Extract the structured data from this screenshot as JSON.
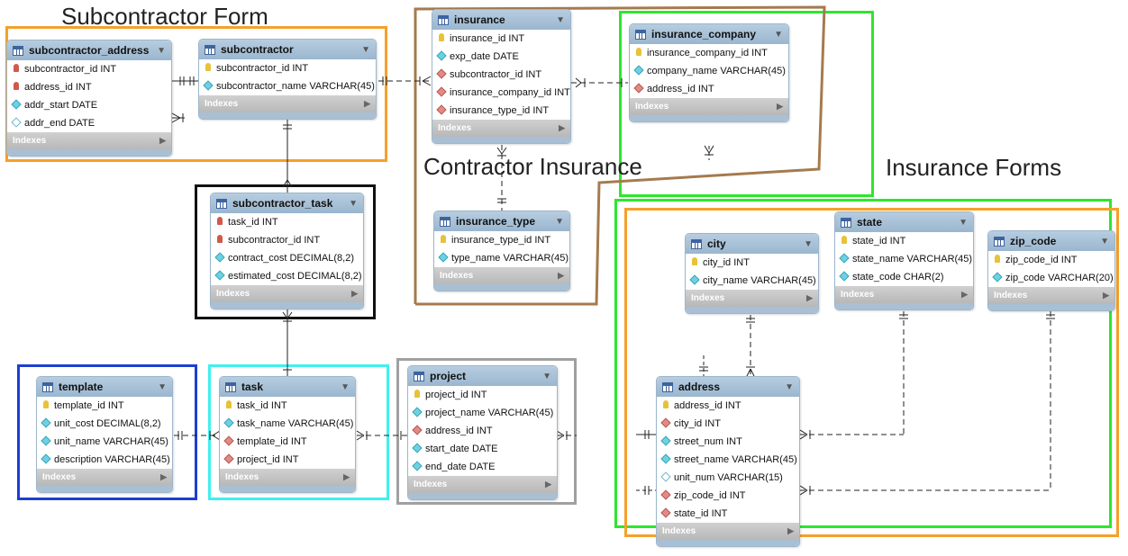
{
  "groups": {
    "subcontractor_form": "Subcontractor Form",
    "contractor_insurance": "Contractor Insurance",
    "insurance_forms": "Insurance Forms"
  },
  "colors": {
    "orange": "#f5a02a",
    "brown": "#a57a4e",
    "green": "#2ee62e",
    "black": "#111111",
    "blue": "#1c3fd1",
    "cyan": "#3ff0f0",
    "gray": "#a0a0a0"
  },
  "indexes_label": "Indexes",
  "tables": {
    "subcontractor_address": {
      "name": "subcontractor_address",
      "columns": [
        {
          "icon": "pfk",
          "text": "subcontractor_id INT"
        },
        {
          "icon": "pfk",
          "text": "address_id INT"
        },
        {
          "icon": "col",
          "text": "addr_start DATE"
        },
        {
          "icon": "null",
          "text": "addr_end DATE"
        }
      ]
    },
    "subcontractor": {
      "name": "subcontractor",
      "columns": [
        {
          "icon": "pk",
          "text": "subcontractor_id INT"
        },
        {
          "icon": "col",
          "text": "subcontractor_name VARCHAR(45)"
        }
      ]
    },
    "insurance": {
      "name": "insurance",
      "columns": [
        {
          "icon": "pk",
          "text": "insurance_id INT"
        },
        {
          "icon": "col",
          "text": "exp_date DATE"
        },
        {
          "icon": "fk",
          "text": "subcontractor_id INT"
        },
        {
          "icon": "fk",
          "text": "insurance_company_id INT"
        },
        {
          "icon": "fk",
          "text": "insurance_type_id INT"
        }
      ]
    },
    "insurance_company": {
      "name": "insurance_company",
      "columns": [
        {
          "icon": "pk",
          "text": "insurance_company_id INT"
        },
        {
          "icon": "col",
          "text": "company_name VARCHAR(45)"
        },
        {
          "icon": "fk",
          "text": "address_id INT"
        }
      ]
    },
    "subcontractor_task": {
      "name": "subcontractor_task",
      "columns": [
        {
          "icon": "pfk",
          "text": "task_id INT"
        },
        {
          "icon": "pfk",
          "text": "subcontractor_id INT"
        },
        {
          "icon": "col",
          "text": "contract_cost DECIMAL(8,2)"
        },
        {
          "icon": "col",
          "text": "estimated_cost DECIMAL(8,2)"
        }
      ]
    },
    "insurance_type": {
      "name": "insurance_type",
      "columns": [
        {
          "icon": "pk",
          "text": "insurance_type_id INT"
        },
        {
          "icon": "col",
          "text": "type_name VARCHAR(45)"
        }
      ]
    },
    "city": {
      "name": "city",
      "columns": [
        {
          "icon": "pk",
          "text": "city_id INT"
        },
        {
          "icon": "col",
          "text": "city_name VARCHAR(45)"
        }
      ]
    },
    "state": {
      "name": "state",
      "columns": [
        {
          "icon": "pk",
          "text": "state_id INT"
        },
        {
          "icon": "col",
          "text": "state_name VARCHAR(45)"
        },
        {
          "icon": "col",
          "text": "state_code CHAR(2)"
        }
      ]
    },
    "zip_code": {
      "name": "zip_code",
      "columns": [
        {
          "icon": "pk",
          "text": "zip_code_id INT"
        },
        {
          "icon": "col",
          "text": "zip_code VARCHAR(20)"
        }
      ]
    },
    "template": {
      "name": "template",
      "columns": [
        {
          "icon": "pk",
          "text": "template_id INT"
        },
        {
          "icon": "col",
          "text": "unit_cost DECIMAL(8,2)"
        },
        {
          "icon": "col",
          "text": "unit_name VARCHAR(45)"
        },
        {
          "icon": "col",
          "text": "description VARCHAR(45)"
        }
      ]
    },
    "task": {
      "name": "task",
      "columns": [
        {
          "icon": "pk",
          "text": "task_id INT"
        },
        {
          "icon": "col",
          "text": "task_name VARCHAR(45)"
        },
        {
          "icon": "fk",
          "text": "template_id INT"
        },
        {
          "icon": "fk",
          "text": "project_id INT"
        }
      ]
    },
    "project": {
      "name": "project",
      "columns": [
        {
          "icon": "pk",
          "text": "project_id INT"
        },
        {
          "icon": "col",
          "text": "project_name VARCHAR(45)"
        },
        {
          "icon": "fk",
          "text": "address_id INT"
        },
        {
          "icon": "col",
          "text": "start_date DATE"
        },
        {
          "icon": "col",
          "text": "end_date DATE"
        }
      ]
    },
    "address": {
      "name": "address",
      "columns": [
        {
          "icon": "pk",
          "text": "address_id INT"
        },
        {
          "icon": "fk",
          "text": "city_id INT"
        },
        {
          "icon": "col",
          "text": "street_num INT"
        },
        {
          "icon": "col",
          "text": "street_name VARCHAR(45)"
        },
        {
          "icon": "null",
          "text": "unit_num VARCHAR(15)"
        },
        {
          "icon": "fk",
          "text": "zip_code_id INT"
        },
        {
          "icon": "fk",
          "text": "state_id INT"
        }
      ]
    }
  }
}
